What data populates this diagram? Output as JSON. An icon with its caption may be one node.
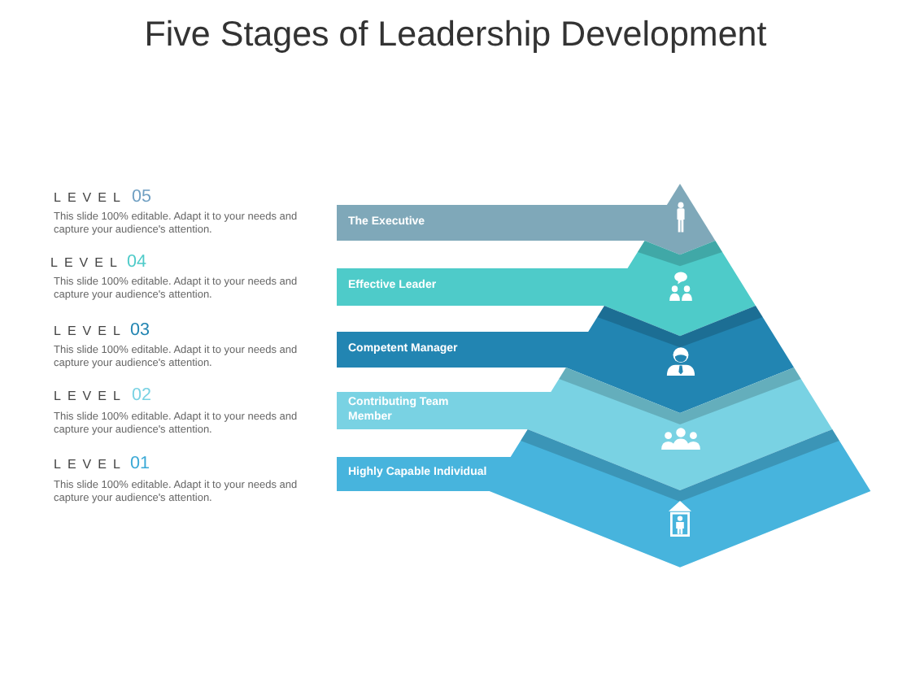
{
  "diagram": {
    "title": "Five Stages of Leadership Development",
    "nodes": [
      {
        "text": [
          "The Executive"
        ],
        "beside": [
          "LEVEL",
          "05",
          "This slide 100% editable. Adapt it to your needs and capture your audience's attention."
        ]
      },
      {
        "text": [
          "Effective Leader"
        ],
        "beside": [
          "LEVEL",
          "04",
          "This slide 100% editable. Adapt it to your needs and capture your audience's attention."
        ]
      },
      {
        "text": [
          "Competent Manager"
        ],
        "beside": [
          "LEVEL",
          "03",
          "This slide 100% editable. Adapt it to your needs and capture your audience's attention."
        ]
      },
      {
        "text": [
          "Contributing Team Member"
        ],
        "beside": [
          "LEVEL",
          "02",
          "This slide 100% editable. Adapt it to your needs and capture your audience's attention."
        ]
      },
      {
        "text": [
          "Highly Capable Individual"
        ],
        "beside": [
          "LEVEL",
          "01",
          "This slide 100% editable. Adapt it to your needs and capture your audience's attention."
        ]
      }
    ]
  }
}
